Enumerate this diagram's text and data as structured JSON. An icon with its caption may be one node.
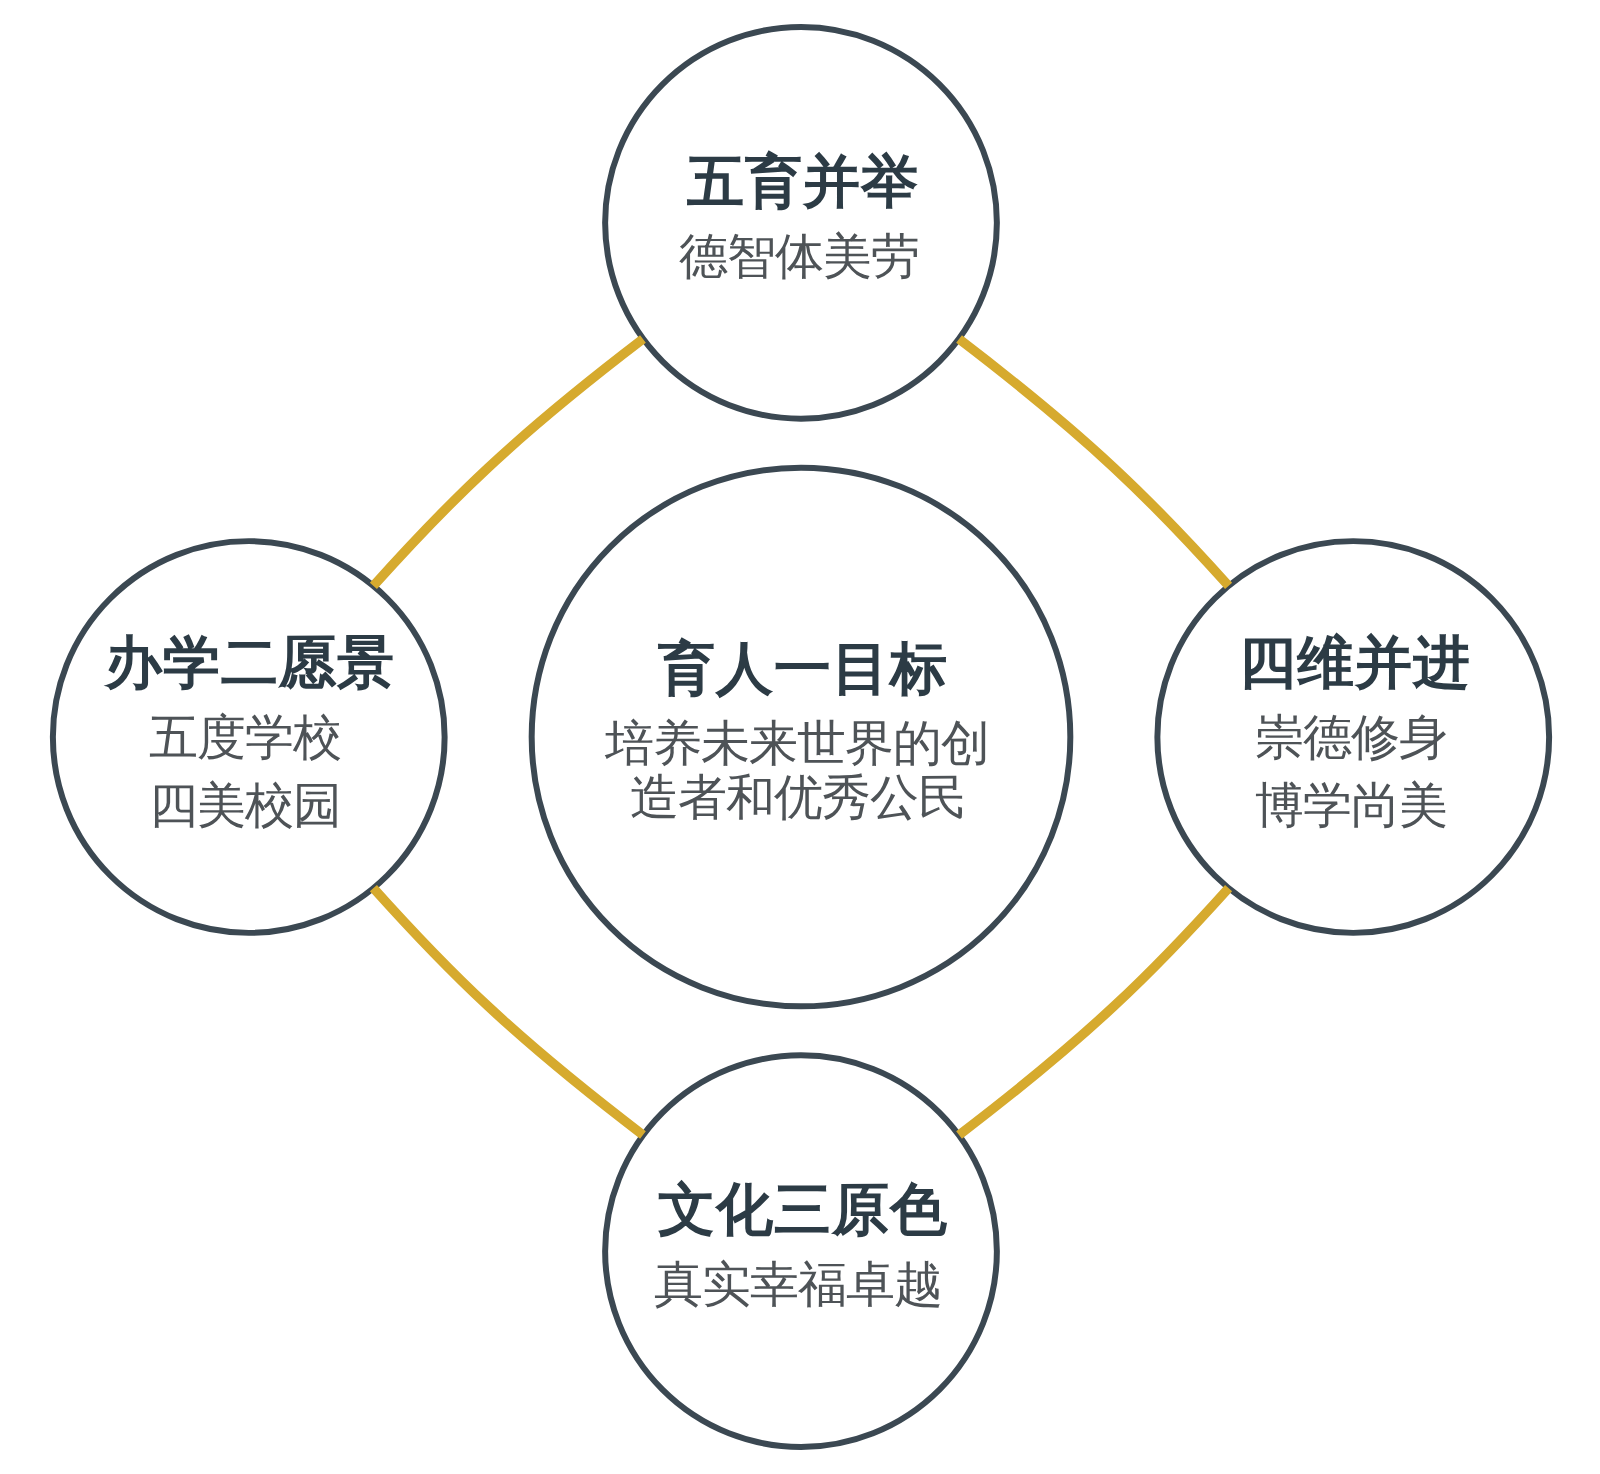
{
  "diagram": {
    "nodes": [
      {
        "text": [
          "五育并举",
          "德智体美劳"
        ]
      },
      {
        "text": [
          "办学二愿景",
          "五度学校",
          "四美校园"
        ]
      },
      {
        "text": [
          "育人一目标",
          "培养未来世界的创造者和优秀公民"
        ]
      },
      {
        "text": [
          "四维并进",
          "崇德修身",
          "博学尚美"
        ]
      },
      {
        "text": [
          "文化三原色",
          "真实幸福卓越"
        ]
      }
    ],
    "edges": [
      {
        "from": 0,
        "to": 3,
        "arrow": "none"
      },
      {
        "from": 3,
        "to": 4,
        "arrow": "none"
      },
      {
        "from": 4,
        "to": 1,
        "arrow": "none"
      },
      {
        "from": 1,
        "to": 0,
        "arrow": "none"
      }
    ]
  }
}
